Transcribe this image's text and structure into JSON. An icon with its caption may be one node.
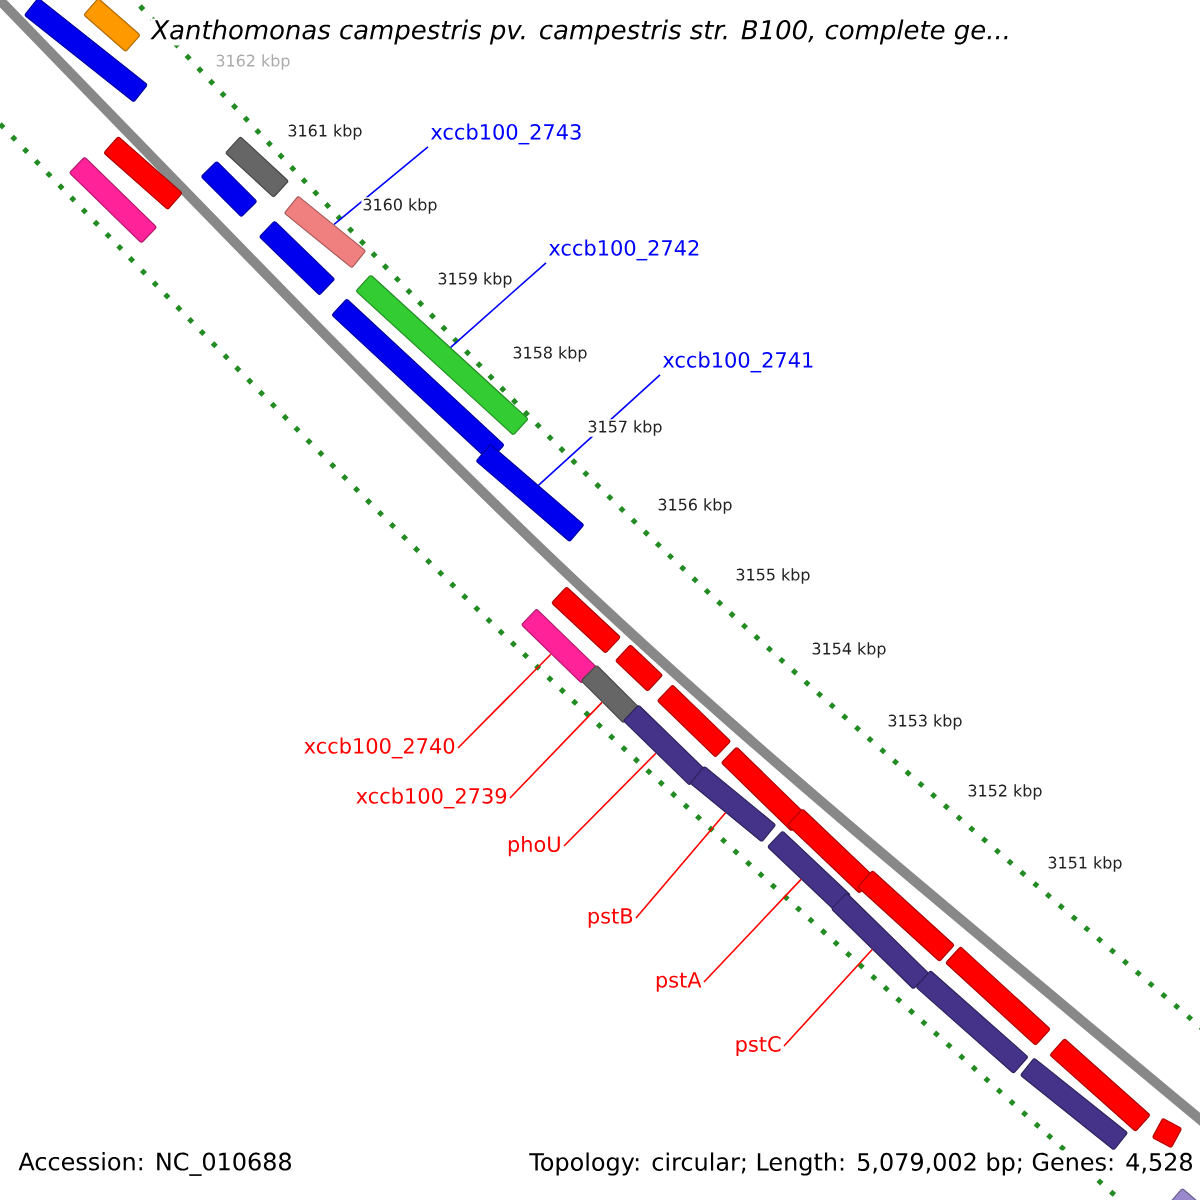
{
  "diagram": {
    "title": "Xanthomonas campestris pv. campestris str. B100, complete ge...",
    "nodes": [
      {
        "text": [
          "xccb100_2743"
        ]
      },
      {
        "text": [
          "xccb100_2742"
        ]
      },
      {
        "text": [
          "xccb100_2741"
        ]
      },
      {
        "text": [
          "xccb100_2740"
        ]
      },
      {
        "text": [
          "xccb100_2739"
        ]
      },
      {
        "text": [
          "phoU"
        ]
      },
      {
        "text": [
          "pstB"
        ]
      },
      {
        "text": [
          "pstA"
        ]
      },
      {
        "text": [
          "pstC"
        ]
      },
      {
        "text": [],
        "shape": "bar"
      },
      {
        "text": [],
        "shape": "bar"
      },
      {
        "text": [],
        "shape": "bar"
      },
      {
        "text": [],
        "shape": "bar"
      },
      {
        "text": [],
        "shape": "bar"
      },
      {
        "text": [],
        "shape": "bar"
      },
      {
        "text": [],
        "shape": "bar"
      },
      {
        "text": [],
        "shape": "bar"
      },
      {
        "text": [],
        "shape": "bar"
      },
      {
        "text": [],
        "shape": "bar"
      },
      {
        "text": [],
        "shape": "bar"
      },
      {
        "text": [],
        "shape": "bar"
      },
      {
        "text": [],
        "shape": "bar"
      },
      {
        "text": [],
        "shape": "bar"
      },
      {
        "text": [],
        "shape": "bar"
      },
      {
        "text": [],
        "shape": "bar"
      },
      {
        "text": [],
        "shape": "bar"
      },
      {
        "text": [],
        "shape": "bar"
      },
      {
        "text": [],
        "shape": "bar"
      },
      {
        "text": [],
        "shape": "bar"
      },
      {
        "text": [],
        "shape": "bar"
      },
      {
        "text": [],
        "shape": "bar"
      },
      {
        "text": [],
        "shape": "bar"
      },
      {
        "text": [],
        "shape": "bar"
      },
      {
        "text": [],
        "shape": "bar"
      },
      {
        "text": [],
        "shape": "bar"
      },
      {
        "text": [],
        "shape": "bar"
      },
      {
        "text": [],
        "shape": "bar"
      },
      {
        "text": [],
        "shape": "bar"
      }
    ],
    "edges": [
      {
        "from": 0,
        "to": 15,
        "arrow": "none",
        "color": "#0000ff"
      },
      {
        "from": 1,
        "to": 17,
        "arrow": "none",
        "color": "#0000ff"
      },
      {
        "from": 2,
        "to": 19,
        "arrow": "none",
        "color": "#0000ff"
      },
      {
        "from": 3,
        "to": 21,
        "arrow": "none"
      },
      {
        "from": 4,
        "to": 23,
        "arrow": "none"
      },
      {
        "from": 5,
        "to": 25,
        "arrow": "none"
      },
      {
        "from": 6,
        "to": 27,
        "arrow": "none"
      },
      {
        "from": 7,
        "to": 29,
        "arrow": "none"
      },
      {
        "from": 8,
        "to": 31,
        "arrow": "none"
      }
    ],
    "labels": [
      "3162 kbp",
      "3161 kbp",
      "3160 kbp",
      "3159 kbp",
      "3158 kbp",
      "3157 kbp",
      "3156 kbp",
      "3155 kbp",
      "3154 kbp",
      "3153 kbp",
      "3152 kbp",
      "3151 kbp",
      "Accession: NC_010688",
      "Topology: circular; Length: 5,079,002 bp; Genes: 4,528"
    ]
  }
}
